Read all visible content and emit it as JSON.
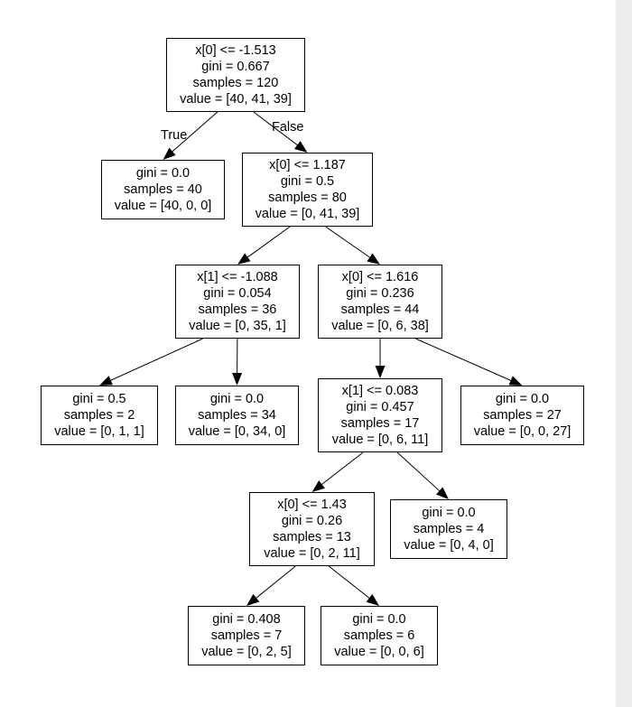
{
  "tree": {
    "nodes": [
      {
        "id": "n0",
        "lines": [
          "x[0] <= -1.513",
          "gini = 0.667",
          "samples = 120",
          "value = [40, 41, 39]"
        ]
      },
      {
        "id": "n1",
        "lines": [
          "gini = 0.0",
          "samples = 40",
          "value = [40, 0, 0]"
        ]
      },
      {
        "id": "n2",
        "lines": [
          "x[0] <= 1.187",
          "gini = 0.5",
          "samples = 80",
          "value = [0, 41, 39]"
        ]
      },
      {
        "id": "n3",
        "lines": [
          "x[1] <= -1.088",
          "gini = 0.054",
          "samples = 36",
          "value = [0, 35, 1]"
        ]
      },
      {
        "id": "n4",
        "lines": [
          "x[0] <= 1.616",
          "gini = 0.236",
          "samples = 44",
          "value = [0, 6, 38]"
        ]
      },
      {
        "id": "n5",
        "lines": [
          "gini = 0.5",
          "samples = 2",
          "value = [0, 1, 1]"
        ]
      },
      {
        "id": "n6",
        "lines": [
          "gini = 0.0",
          "samples = 34",
          "value = [0, 34, 0]"
        ]
      },
      {
        "id": "n7",
        "lines": [
          "x[1] <= 0.083",
          "gini = 0.457",
          "samples = 17",
          "value = [0, 6, 11]"
        ]
      },
      {
        "id": "n8",
        "lines": [
          "gini = 0.0",
          "samples = 27",
          "value = [0, 0, 27]"
        ]
      },
      {
        "id": "n9",
        "lines": [
          "x[0] <= 1.43",
          "gini = 0.26",
          "samples = 13",
          "value = [0, 2, 11]"
        ]
      },
      {
        "id": "n10",
        "lines": [
          "gini = 0.0",
          "samples = 4",
          "value = [0, 4, 0]"
        ]
      },
      {
        "id": "n11",
        "lines": [
          "gini = 0.408",
          "samples = 7",
          "value = [0, 2, 5]"
        ]
      },
      {
        "id": "n12",
        "lines": [
          "gini = 0.0",
          "samples = 6",
          "value = [0, 0, 6]"
        ]
      }
    ],
    "edges": [
      {
        "from": "n0",
        "to": "n1",
        "label": "True"
      },
      {
        "from": "n0",
        "to": "n2",
        "label": "False"
      },
      {
        "from": "n2",
        "to": "n3"
      },
      {
        "from": "n2",
        "to": "n4"
      },
      {
        "from": "n3",
        "to": "n5"
      },
      {
        "from": "n3",
        "to": "n6"
      },
      {
        "from": "n4",
        "to": "n7"
      },
      {
        "from": "n4",
        "to": "n8"
      },
      {
        "from": "n7",
        "to": "n9"
      },
      {
        "from": "n7",
        "to": "n10"
      },
      {
        "from": "n9",
        "to": "n11"
      },
      {
        "from": "n9",
        "to": "n12"
      }
    ]
  }
}
